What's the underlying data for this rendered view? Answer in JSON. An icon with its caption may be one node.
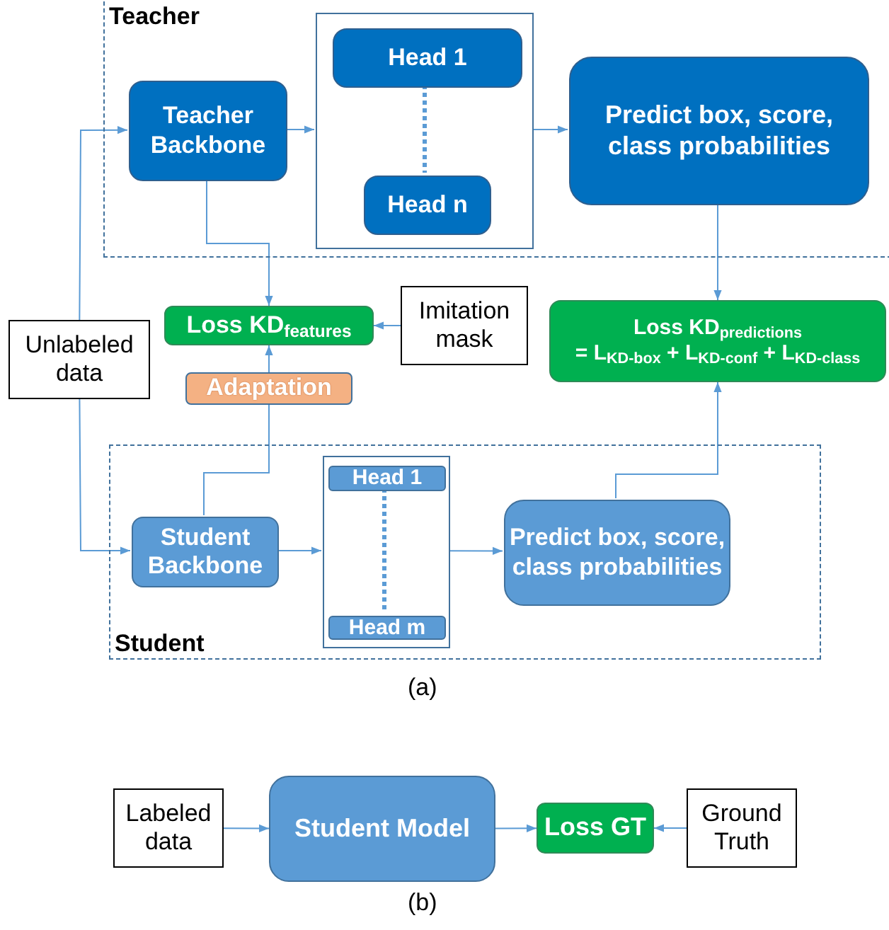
{
  "diagram": {
    "nodes": [
      {
        "text": [
          "Teacher"
        ]
      },
      {
        "text": [
          "Teacher Backbone"
        ],
        "in": 0
      },
      {
        "text": [],
        "shape": "box",
        "in": 0
      },
      {
        "text": [
          "Head 1"
        ],
        "in": 2
      },
      {
        "text": [
          "Head n"
        ],
        "in": 2
      },
      {
        "text": [
          "Predict box, score, class probabilities"
        ],
        "in": 0
      },
      {
        "text": [
          "Unlabeled data"
        ]
      },
      {
        "text": [
          "Loss KD$_{features}$"
        ]
      },
      {
        "text": [
          "Imitation mask"
        ]
      },
      {
        "text": [
          "Loss KD$_{predictions}$",
          "= L$_{KD-box}$ + L$_{KD-conf}$ + L$_{KD-class}$"
        ]
      },
      {
        "text": [
          "Adaptation"
        ]
      },
      {
        "text": [
          "Student"
        ]
      },
      {
        "text": [
          "Student Backbone"
        ],
        "in": 11
      },
      {
        "text": [],
        "shape": "box",
        "in": 11
      },
      {
        "text": [
          "Head 1"
        ],
        "in": 13
      },
      {
        "text": [
          "Head m"
        ],
        "in": 13
      },
      {
        "text": [
          "Predict box, score, class probabilities"
        ],
        "in": 11
      },
      {
        "text": [
          "Labeled data"
        ]
      },
      {
        "text": [
          "Student Model"
        ]
      },
      {
        "text": [
          "Loss GT"
        ]
      },
      {
        "text": [
          "Ground Truth"
        ]
      }
    ],
    "edges": [
      {
        "from": 6,
        "to": 1,
        "arrow": "to"
      },
      {
        "from": 6,
        "to": 12,
        "arrow": "to"
      },
      {
        "from": 1,
        "to": 2,
        "arrow": "to"
      },
      {
        "from": 2,
        "to": 5,
        "arrow": "to"
      },
      {
        "from": 1,
        "to": 7,
        "arrow": "to"
      },
      {
        "from": 8,
        "to": 7,
        "arrow": "to"
      },
      {
        "from": 5,
        "to": 9,
        "arrow": "to"
      },
      {
        "from": 12,
        "to": 10,
        "arrow": "none"
      },
      {
        "from": 10,
        "to": 7,
        "arrow": "to"
      },
      {
        "from": 12,
        "to": 13,
        "arrow": "to"
      },
      {
        "from": 13,
        "to": 16,
        "arrow": "to"
      },
      {
        "from": 16,
        "to": 9,
        "arrow": "to"
      },
      {
        "from": 3,
        "to": 4,
        "arrow": "none",
        "style": "dashed"
      },
      {
        "from": 14,
        "to": 15,
        "arrow": "none",
        "style": "dashed"
      },
      {
        "from": 17,
        "to": 18,
        "arrow": "to"
      },
      {
        "from": 18,
        "to": 19,
        "arrow": "to"
      },
      {
        "from": 20,
        "to": 19,
        "arrow": "to"
      }
    ],
    "labels": [
      "(a)",
      "(b)"
    ]
  }
}
